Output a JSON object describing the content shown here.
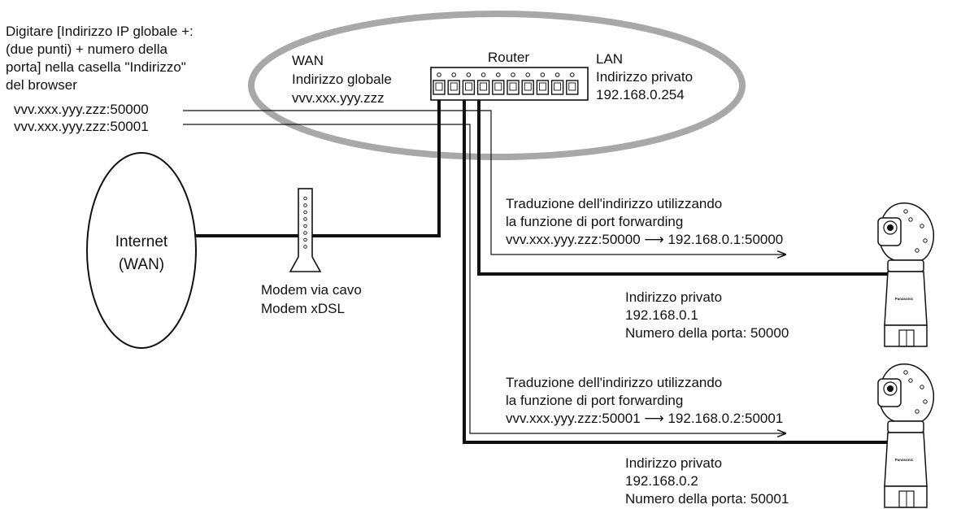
{
  "instruction": {
    "lines": [
      "Digitare [Indirizzo IP globale +:",
      "(due punti) + numero della",
      "porta] nella casella \"Indirizzo\"",
      "del browser"
    ]
  },
  "access_addresses": [
    "vvv.xxx.yyy.zzz:50000",
    "vvv.xxx.yyy.zzz:50001"
  ],
  "wan": {
    "lines": [
      "WAN",
      "Indirizzo globale",
      "vvv.xxx.yyy.zzz"
    ]
  },
  "router": {
    "label": "Router"
  },
  "lan": {
    "lines": [
      "LAN",
      "Indirizzo privato",
      "192.168.0.254"
    ]
  },
  "internet": {
    "lines": [
      "Internet",
      "(WAN)"
    ]
  },
  "modem": {
    "lines": [
      "Modem via cavo",
      "Modem xDSL"
    ]
  },
  "translations": [
    {
      "lines": [
        "Traduzione dell'indirizzo utilizzando",
        "la funzione di port forwarding",
        "vvv.xxx.yyy.zzz:50000 ⟶ 192.168.0.1:50000"
      ]
    },
    {
      "lines": [
        "Traduzione dell'indirizzo utilizzando",
        "la funzione di port forwarding",
        "vvv.xxx.yyy.zzz:50001 ⟶ 192.168.0.2:50001"
      ]
    }
  ],
  "cameras": [
    {
      "brand": "Panasonic",
      "lines": [
        "Indirizzo privato",
        "192.168.0.1",
        "Numero della porta: 50000"
      ]
    },
    {
      "brand": "Panasonic",
      "lines": [
        "Indirizzo privato",
        "192.168.0.2",
        "Numero della porta: 50001"
      ]
    }
  ]
}
